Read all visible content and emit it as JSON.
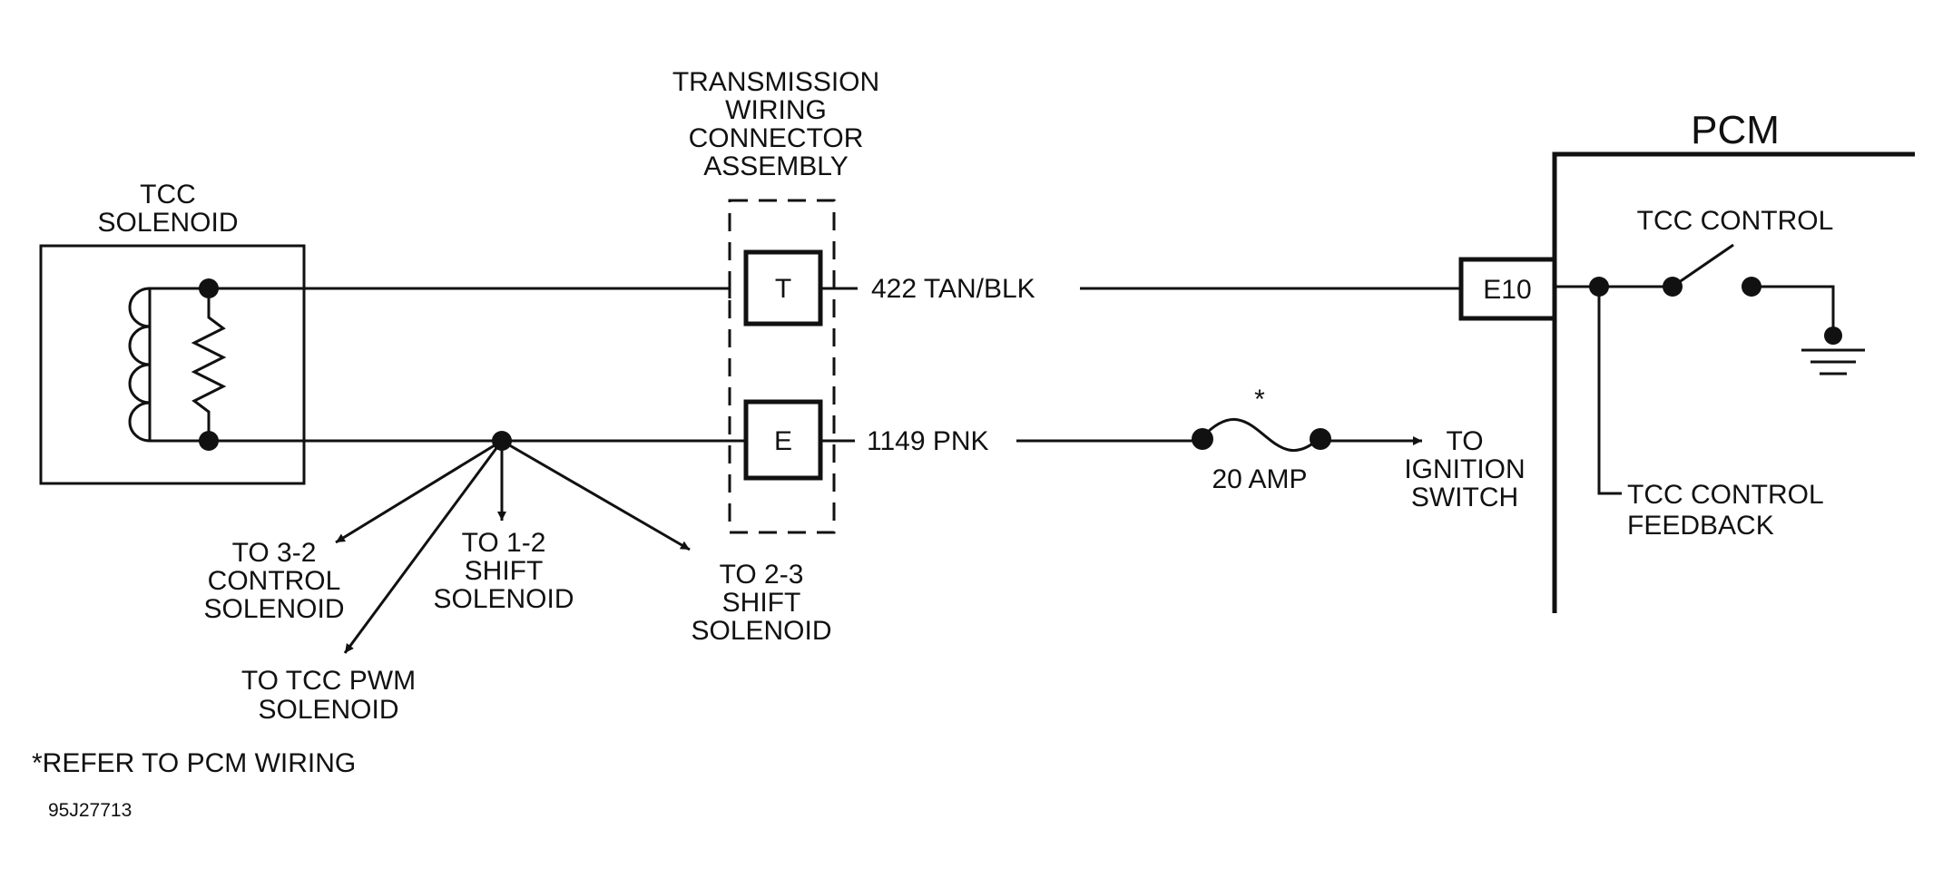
{
  "connector": {
    "title_lines": [
      "TRANSMISSION",
      "WIRING",
      "CONNECTOR",
      "ASSEMBLY"
    ],
    "pin_t": "T",
    "pin_e": "E"
  },
  "tcc_solenoid": {
    "title_lines": [
      "TCC",
      "SOLENOID"
    ]
  },
  "pcm": {
    "title": "PCM",
    "terminal": "E10",
    "control_label": "TCC CONTROL",
    "feedback_lines": [
      "TCC CONTROL",
      "FEEDBACK"
    ]
  },
  "wires": {
    "tan_blk": "422 TAN/BLK",
    "pnk": "1149 PNK"
  },
  "fuse": {
    "marker": "*",
    "rating": "20 AMP"
  },
  "ignition": {
    "lines": [
      "TO",
      "IGNITION",
      "SWITCH"
    ]
  },
  "branches": {
    "control_3_2": [
      "TO 3-2",
      "CONTROL",
      "SOLENOID"
    ],
    "shift_1_2": [
      "TO 1-2",
      "SHIFT",
      "SOLENOID"
    ],
    "shift_2_3": [
      "TO 2-3",
      "SHIFT",
      "SOLENOID"
    ],
    "tcc_pwm": [
      "TO TCC PWM",
      "SOLENOID"
    ]
  },
  "footnote": "*REFER TO PCM WIRING",
  "figure_id": "95J27713"
}
